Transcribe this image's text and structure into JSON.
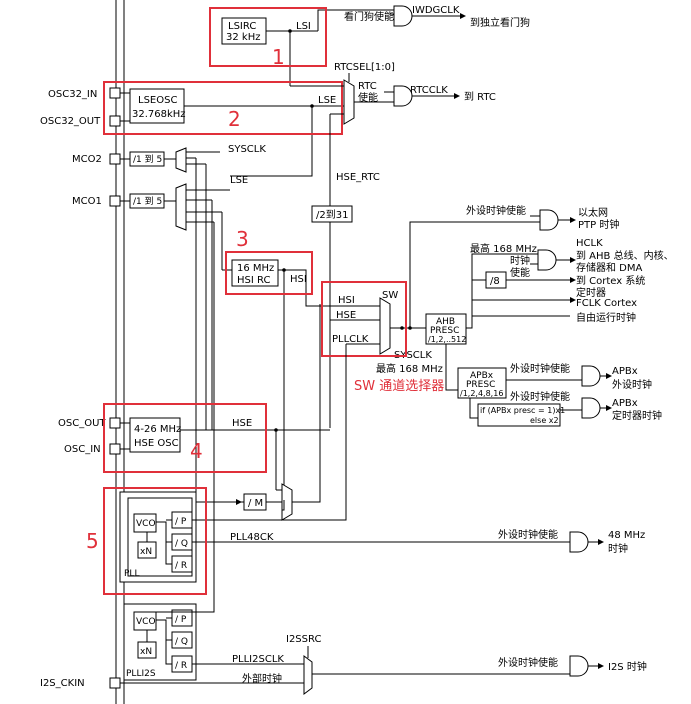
{
  "blocks": {
    "lsirc": {
      "line1": "LSIRC",
      "line2": "32 kHz"
    },
    "lseosc": {
      "line1": "LSEOSC",
      "line2": "32.768kHz"
    },
    "hsirc": {
      "line1": "16 MHz",
      "line2": "HSI RC"
    },
    "hseosc": {
      "line1": "4-26 MHz",
      "line2": "HSE OSC"
    },
    "ahb": {
      "line1": "AHB",
      "line2": "PRESC",
      "line3": "/1,2,..512"
    },
    "apbx": {
      "line1": "APBx",
      "line2": "PRESC",
      "line3": "/1,2,4,8,16"
    },
    "apb_timer": {
      "line1": "if (APBx presc = 1)x1",
      "line2": "else x2"
    },
    "div8": "/8",
    "div_m": "/ M",
    "div2to31": "/2到31",
    "mco2_div": "/1 到 5",
    "mco1_div": "/1 到 5",
    "pll": {
      "vco": "VCO",
      "xn": "xN",
      "p": "/ P",
      "q": "/ Q",
      "r": "/ R",
      "name": "PLL"
    },
    "plli2s": {
      "vco": "VCO",
      "xn": "xN",
      "p": "/ P",
      "q": "/ Q",
      "r": "/ R",
      "name": "PLLI2S"
    }
  },
  "pins": {
    "osc32_in": "OSC32_IN",
    "osc32_out": "OSC32_OUT",
    "mco2": "MCO2",
    "mco1": "MCO1",
    "osc_out": "OSC_OUT",
    "osc_in": "OSC_IN",
    "i2s_ckin": "I2S_CKIN"
  },
  "signals": {
    "lsi": "LSI",
    "lse": "LSE",
    "lse2": "LSE",
    "rtcsel": "RTCSEL[1:0]",
    "hse_rtc": "HSE_RTC",
    "sysclk": "SYSCLK",
    "sysclk2": "SYSCLK",
    "hsi": "HSI",
    "hse": "HSE",
    "sw": "SW",
    "sw_hsi": "HSI",
    "sw_hse": "HSE",
    "sw_pllclk": "PLLCLK",
    "pll48ck": "PLL48CK",
    "plli2sclk": "PLLI2SCLK",
    "ext_clock": "外部时钟",
    "i2ssrc": "I2SSRC",
    "max168_1": "最高 168 MHz",
    "max168_2": "最高 168 MHz"
  },
  "enables": {
    "wdg": "看门狗使能",
    "rtc_line1": "RTC",
    "rtc_line2": "使能",
    "periph1": "外设时钟使能",
    "clock_en_line1": "时钟",
    "clock_en_line2": "使能",
    "periph2": "外设时钟使能",
    "periph3": "外设时钟使能",
    "periph4": "外设时钟使能",
    "periph5": "外设时钟使能"
  },
  "outputs": {
    "iwdgclk": "IWDGCLK",
    "to_iwdg": "到独立看门狗",
    "rtcclk": "RTCCLK",
    "to_rtc": "到 RTC",
    "eth_line1": "以太网",
    "eth_line2": "PTP 时钟",
    "hclk": "HCLK",
    "hclk_desc1": "到 AHB 总线、内核、",
    "hclk_desc2": "存储器和 DMA",
    "cortex_timer1": "到 Cortex 系统",
    "cortex_timer2": "定时器",
    "fclk1": "FCLK Cortex",
    "fclk2": "自由运行时钟",
    "apb_periph1": "APBx",
    "apb_periph2": "外设时钟",
    "apb_tim1": "APBx",
    "apb_tim2": "定时器时钟",
    "mhz48_1": "48 MHz",
    "mhz48_2": "时钟",
    "i2s": "I2S 时钟"
  },
  "annotations": {
    "n1": "1",
    "n2": "2",
    "n3": "3",
    "n4": "4",
    "n5": "5",
    "sw_note": "SW 通道选择器"
  },
  "colors": {
    "highlight": "#e0303a",
    "line": "#000000"
  }
}
